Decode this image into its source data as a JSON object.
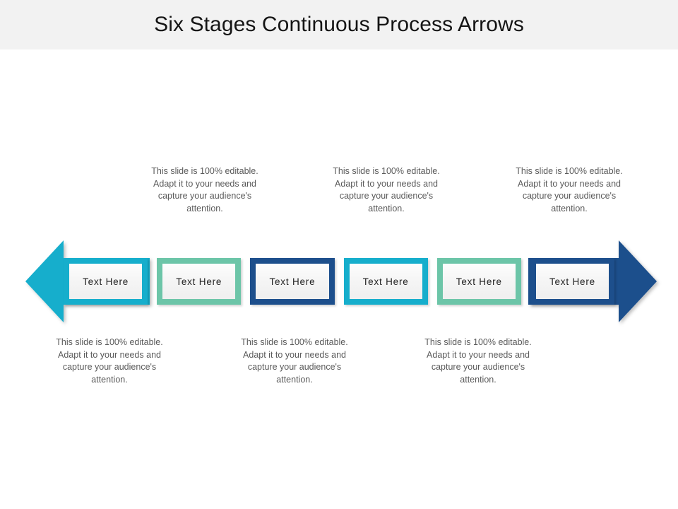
{
  "slide": {
    "title": "Six Stages Continuous Process Arrows",
    "header_bg": "#f2f2f2",
    "background": "#ffffff"
  },
  "palette": {
    "cyan": "#16aecc",
    "mint": "#6cc5a8",
    "navy": "#1d4f8c",
    "box_fill": "#f4f4f4",
    "caption_text": "#5a5a5a",
    "title_text": "#151515"
  },
  "arrows": {
    "left": {
      "name": "left-process-arrow",
      "direction": "left",
      "color": "#16aecc"
    },
    "right": {
      "name": "right-process-arrow",
      "direction": "right",
      "color": "#1d4f8c"
    }
  },
  "stages": [
    {
      "label": "Text Here",
      "color_name": "cyan",
      "color": "#16aecc"
    },
    {
      "label": "Text Here",
      "color_name": "mint",
      "color": "#6cc5a8"
    },
    {
      "label": "Text Here",
      "color_name": "navy",
      "color": "#1d4f8c"
    },
    {
      "label": "Text Here",
      "color_name": "cyan",
      "color": "#16aecc"
    },
    {
      "label": "Text Here",
      "color_name": "mint",
      "color": "#6cc5a8"
    },
    {
      "label": "Text Here",
      "color_name": "navy",
      "color": "#1d4f8c"
    }
  ],
  "captions": {
    "top": [
      "This slide is 100% editable. Adapt it to your needs and capture your audience's attention.",
      "This slide is 100% editable. Adapt it to your needs and capture your audience's attention.",
      "This slide is 100% editable. Adapt it to your needs and capture your audience's attention."
    ],
    "bottom": [
      "This slide is 100% editable. Adapt it to your needs and capture your audience's attention.",
      "This slide is 100% editable. Adapt it to your needs and capture your audience's attention.",
      "This slide is 100% editable. Adapt it to your needs and capture your audience's attention."
    ]
  }
}
